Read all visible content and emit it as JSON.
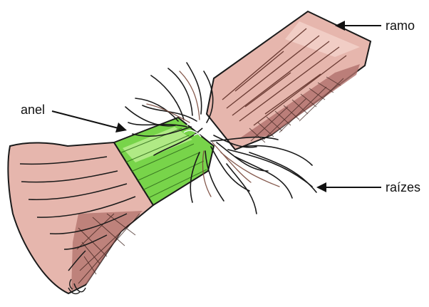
{
  "labels": {
    "ramo": "ramo",
    "anel": "anel",
    "raizes": "raízes"
  },
  "colors": {
    "bark_fill": "#e6b6ad",
    "bark_dark": "#b0706b",
    "bark_light": "#f2cfc8",
    "ring_green": "#78d44a",
    "ring_green_light": "#b6ec8c",
    "ink": "#1a1a1a",
    "root_brown": "#7a4a3c"
  },
  "icons": [
    "arrow-icon"
  ]
}
